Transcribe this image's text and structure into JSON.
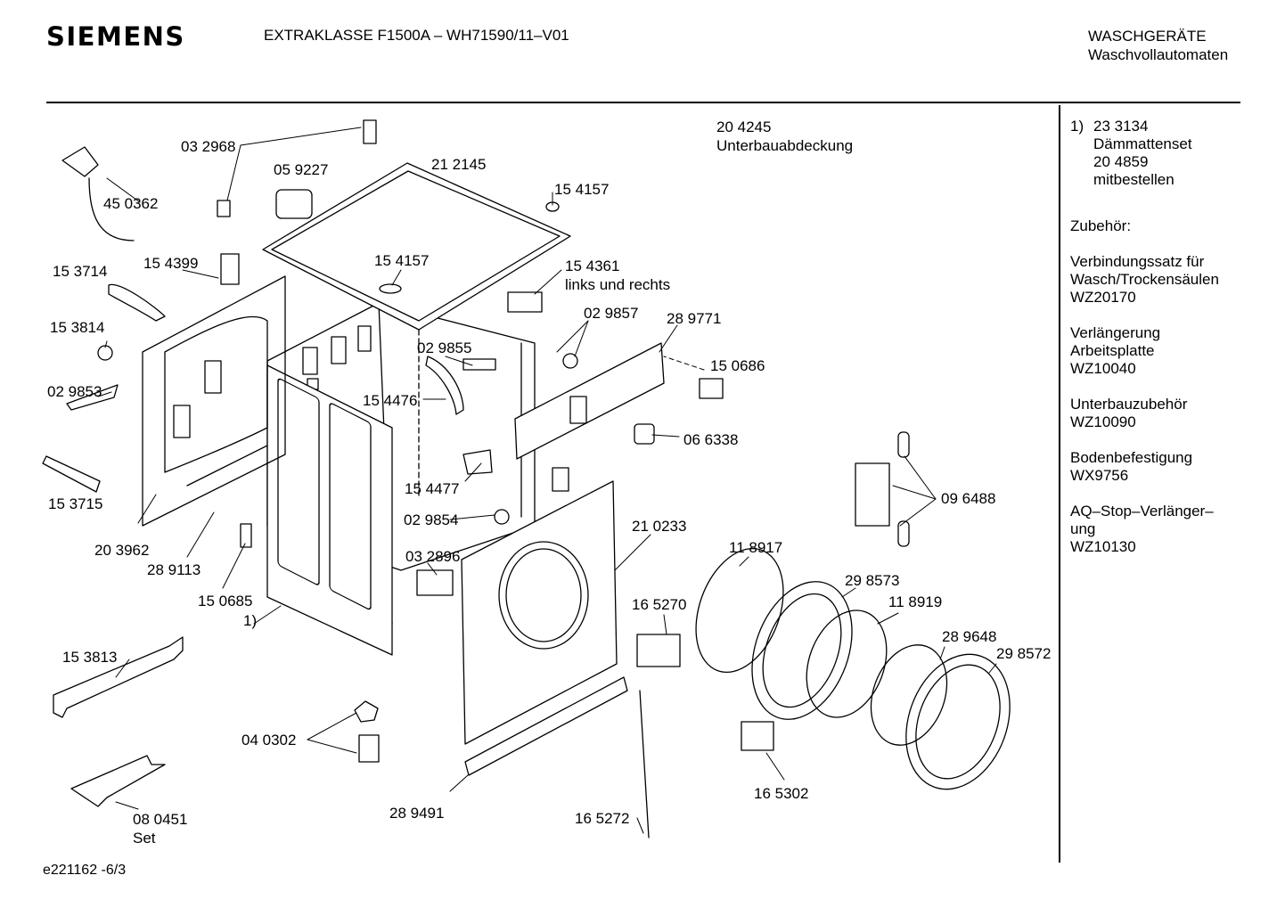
{
  "header": {
    "brand": "SIEMENS",
    "model": "EXTRAKLASSE F1500A – WH71590/11–V01",
    "category_line1": "WASCHGERÄTE",
    "category_line2": "Waschvollautomaten"
  },
  "sidebar": {
    "footnote_marker": "1)",
    "footnote_lines": [
      "23 3134",
      "Dämmattenset",
      "20 4859",
      "mitbestellen"
    ],
    "accessories_heading": "Zubehör:",
    "accessories": [
      [
        "Verbindungssatz für",
        "Wasch/Trockensäulen",
        "WZ20170"
      ],
      [
        "Verlängerung",
        "Arbeitsplatte",
        "WZ10040"
      ],
      [
        "Unterbauzubehör",
        "WZ10090"
      ],
      [
        "Bodenbefestigung",
        "WX9756"
      ],
      [
        "AQ–Stop–Verlänger–",
        "ung",
        "WZ10130"
      ]
    ]
  },
  "parts": [
    {
      "id": "p-450362",
      "text": [
        "45 0362"
      ]
    },
    {
      "id": "p-032968",
      "text": [
        "03 2968"
      ]
    },
    {
      "id": "p-059227",
      "text": [
        "05 9227"
      ]
    },
    {
      "id": "p-212145",
      "text": [
        "21 2145"
      ]
    },
    {
      "id": "p-154157a",
      "text": [
        "15 4157"
      ]
    },
    {
      "id": "p-204245",
      "text": [
        "20 4245",
        "Unterbauabdeckung"
      ]
    },
    {
      "id": "p-153714",
      "text": [
        "15 3714"
      ]
    },
    {
      "id": "p-154399",
      "text": [
        "15 4399"
      ]
    },
    {
      "id": "p-154157b",
      "text": [
        "15 4157"
      ]
    },
    {
      "id": "p-154361",
      "text": [
        "15 4361",
        "links und rechts"
      ]
    },
    {
      "id": "p-153814",
      "text": [
        "15 3814"
      ]
    },
    {
      "id": "p-029857",
      "text": [
        "02 9857"
      ]
    },
    {
      "id": "p-289771",
      "text": [
        "28 9771"
      ]
    },
    {
      "id": "p-029855",
      "text": [
        "02 9855"
      ]
    },
    {
      "id": "p-150686",
      "text": [
        "15 0686"
      ]
    },
    {
      "id": "p-029853",
      "text": [
        "02 9853"
      ]
    },
    {
      "id": "p-154476",
      "text": [
        "15 4476"
      ]
    },
    {
      "id": "p-066338",
      "text": [
        "06 6338"
      ]
    },
    {
      "id": "p-154477",
      "text": [
        "15 4477"
      ]
    },
    {
      "id": "p-153715",
      "text": [
        "15 3715"
      ]
    },
    {
      "id": "p-096488",
      "text": [
        "09 6488"
      ]
    },
    {
      "id": "p-203962",
      "text": [
        "20 3962"
      ]
    },
    {
      "id": "p-029854",
      "text": [
        "02 9854"
      ]
    },
    {
      "id": "p-210233",
      "text": [
        "21 0233"
      ]
    },
    {
      "id": "p-289113",
      "text": [
        "28 9113"
      ]
    },
    {
      "id": "p-032896",
      "text": [
        "03 2896"
      ]
    },
    {
      "id": "p-118917",
      "text": [
        "11 8917"
      ]
    },
    {
      "id": "p-298573",
      "text": [
        "29 8573"
      ]
    },
    {
      "id": "p-150685",
      "text": [
        "15 0685"
      ]
    },
    {
      "id": "p-fn1",
      "text": [
        "1)"
      ]
    },
    {
      "id": "p-165270",
      "text": [
        "16 5270"
      ]
    },
    {
      "id": "p-118919",
      "text": [
        "11 8919"
      ]
    },
    {
      "id": "p-289648",
      "text": [
        "28 9648"
      ]
    },
    {
      "id": "p-298572",
      "text": [
        "29 8572"
      ]
    },
    {
      "id": "p-153813",
      "text": [
        "15 3813"
      ]
    },
    {
      "id": "p-040302",
      "text": [
        "04 0302"
      ]
    },
    {
      "id": "p-165302",
      "text": [
        "16 5302"
      ]
    },
    {
      "id": "p-080451",
      "text": [
        "08 0451",
        "Set"
      ]
    },
    {
      "id": "p-289491",
      "text": [
        "28 9491"
      ]
    },
    {
      "id": "p-165272",
      "text": [
        "16 5272"
      ]
    }
  ],
  "footer": {
    "drawing_code": "e221162 -6/3"
  }
}
